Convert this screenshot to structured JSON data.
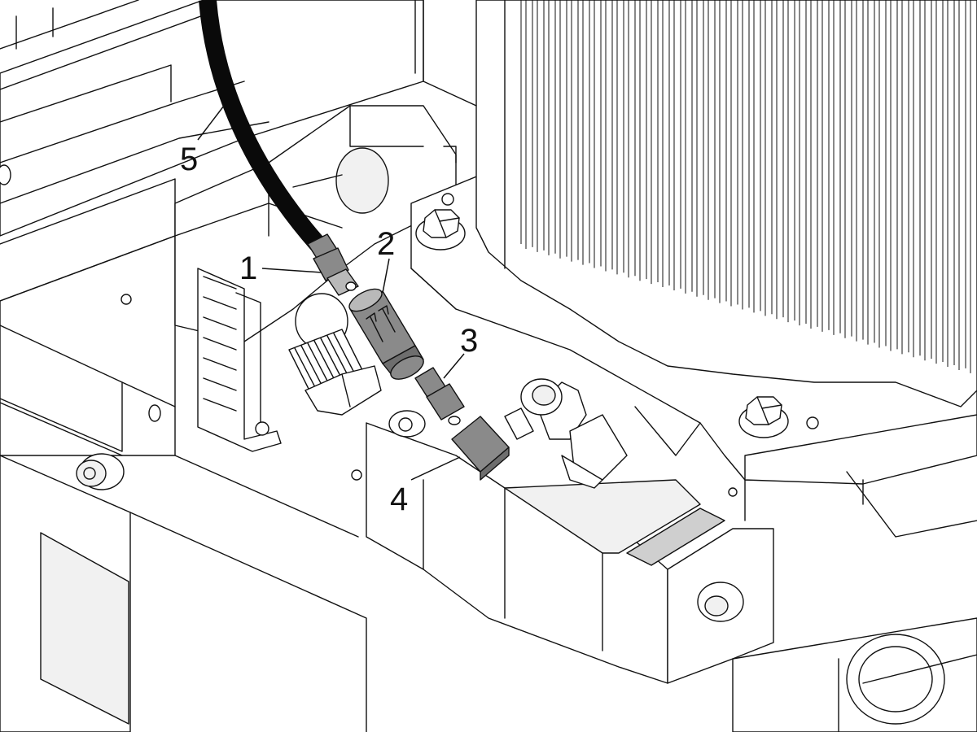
{
  "callouts": [
    {
      "id": "1",
      "label": "1"
    },
    {
      "id": "2",
      "label": "2"
    },
    {
      "id": "3",
      "label": "3"
    },
    {
      "id": "4",
      "label": "4"
    },
    {
      "id": "5",
      "label": "5"
    }
  ],
  "colors": {
    "line": "#111111",
    "background": "#ffffff",
    "part_fill": "#8a8a8a",
    "hose": "#0a0a0a"
  }
}
